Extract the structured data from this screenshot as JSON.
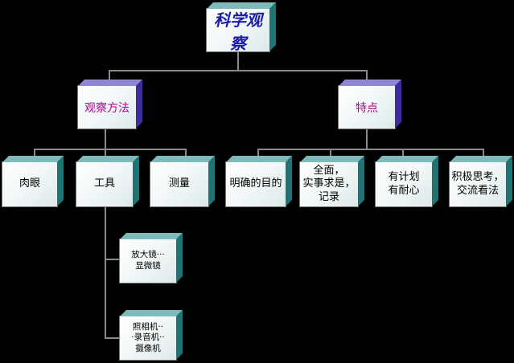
{
  "root": {
    "label": "科学观察"
  },
  "branches": {
    "methods": {
      "label": "观察方法",
      "items": {
        "naked_eye": "肉眼",
        "tools": "工具",
        "measure": "测量"
      },
      "tool_subitems": {
        "optical": "放大镜···\n显微镜",
        "recording": "照相机··\n·录音机··\n摄像机"
      }
    },
    "features": {
      "label": "特点",
      "items": {
        "purpose": "明确的目的",
        "factual": "全面，\n实事求是，\n记录",
        "planned": "有计划\n有耐心",
        "thinking": "积极思考，\n交流看法"
      }
    }
  },
  "colors": {
    "background": "#000000",
    "root_text": "#1a1aa8",
    "branch_text": "#b00090",
    "teal_side": "#1f7373",
    "purple_side": "#3e2b9c",
    "connector": "#8a8a8a"
  }
}
